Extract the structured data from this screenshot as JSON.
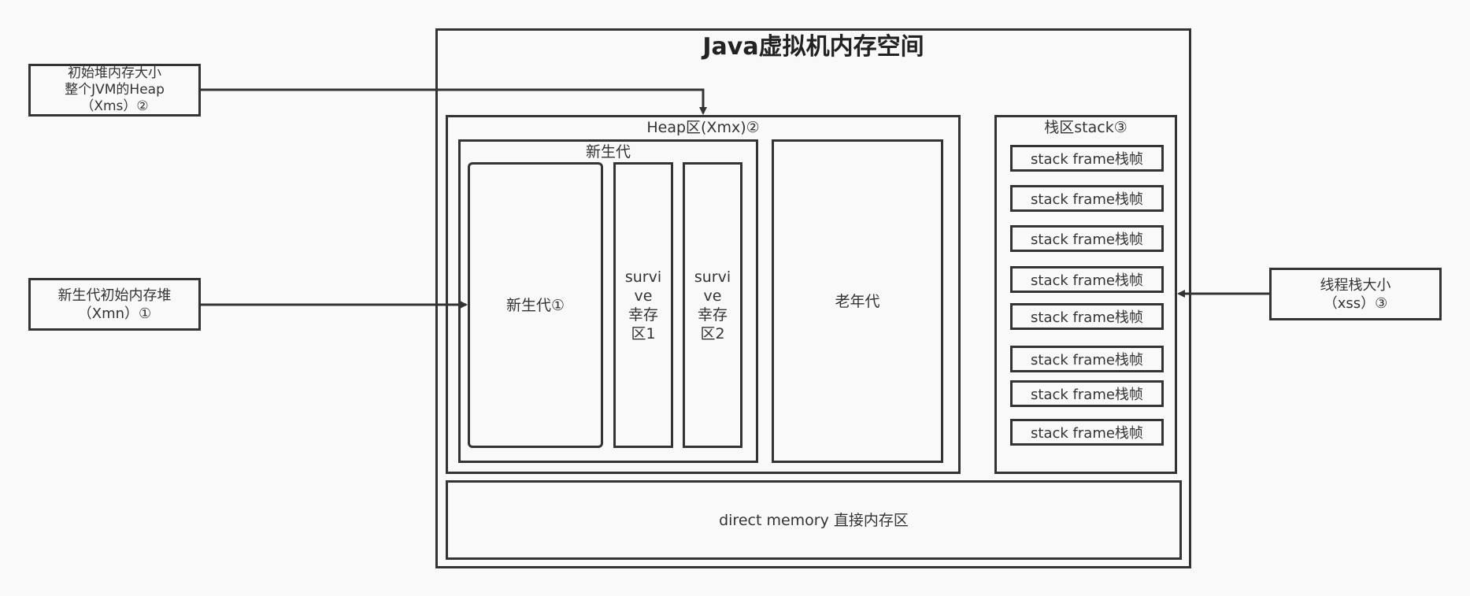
{
  "title": "Java虚拟机内存空间",
  "heap": {
    "label": "Heap区(Xmx)②",
    "young": {
      "label": "新生代",
      "eden_label": "新生代①",
      "survivors": [
        {
          "lines": [
            "survi",
            "ve",
            "幸存",
            "区1"
          ]
        },
        {
          "lines": [
            "survi",
            "ve",
            "幸存",
            "区2"
          ]
        }
      ]
    },
    "old_label": "老年代"
  },
  "stack": {
    "label": "栈区stack③",
    "frames": [
      "stack frame栈帧",
      "stack frame栈帧",
      "stack frame栈帧",
      "stack frame栈帧",
      "stack frame栈帧",
      "stack frame栈帧",
      "stack frame栈帧",
      "stack frame栈帧"
    ]
  },
  "direct_memory_label": "direct memory 直接内存区",
  "annotations": {
    "xms": {
      "lines": [
        "初始堆内存大小",
        "整个JVM的Heap",
        "（Xms）②"
      ]
    },
    "xmn": {
      "lines": [
        "新生代初始内存堆",
        "（Xmn）①"
      ]
    },
    "xss": {
      "lines": [
        "线程栈大小",
        "（xss）③"
      ]
    }
  },
  "colors": {
    "stroke": "#333333",
    "background": "#f9f9f9"
  }
}
